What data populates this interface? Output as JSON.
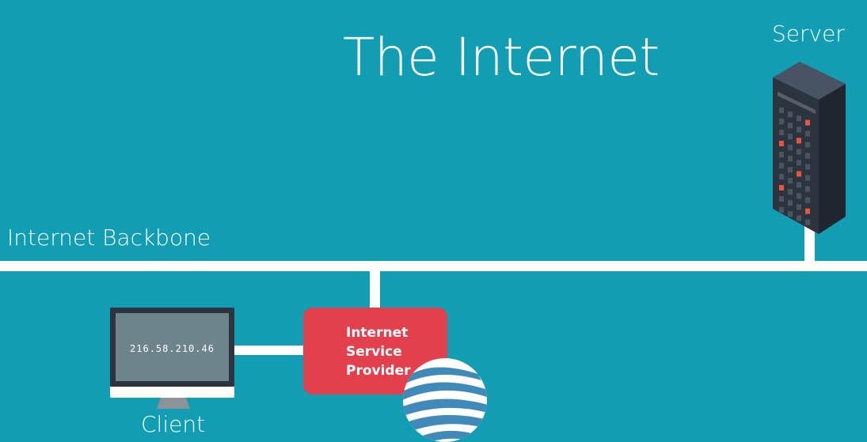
{
  "title": "The Internet",
  "labels": {
    "server": "Server",
    "backbone": "Internet Backbone",
    "client": "Client"
  },
  "client": {
    "ip_address": "216.58.210.46"
  },
  "isp": {
    "lines": [
      "Internet",
      "Service",
      "Provider"
    ]
  },
  "icons": {
    "server": "server-tower-icon",
    "client": "desktop-monitor-icon",
    "isp_logo": "striped-globe-logo-icon"
  },
  "colors": {
    "background": "#119db3",
    "lines": "#ffffff",
    "isp_box": "#e2404c",
    "server_body": "#2c3440",
    "server_led": "#e8553f",
    "globe_stripe": "#3f8ab8"
  }
}
